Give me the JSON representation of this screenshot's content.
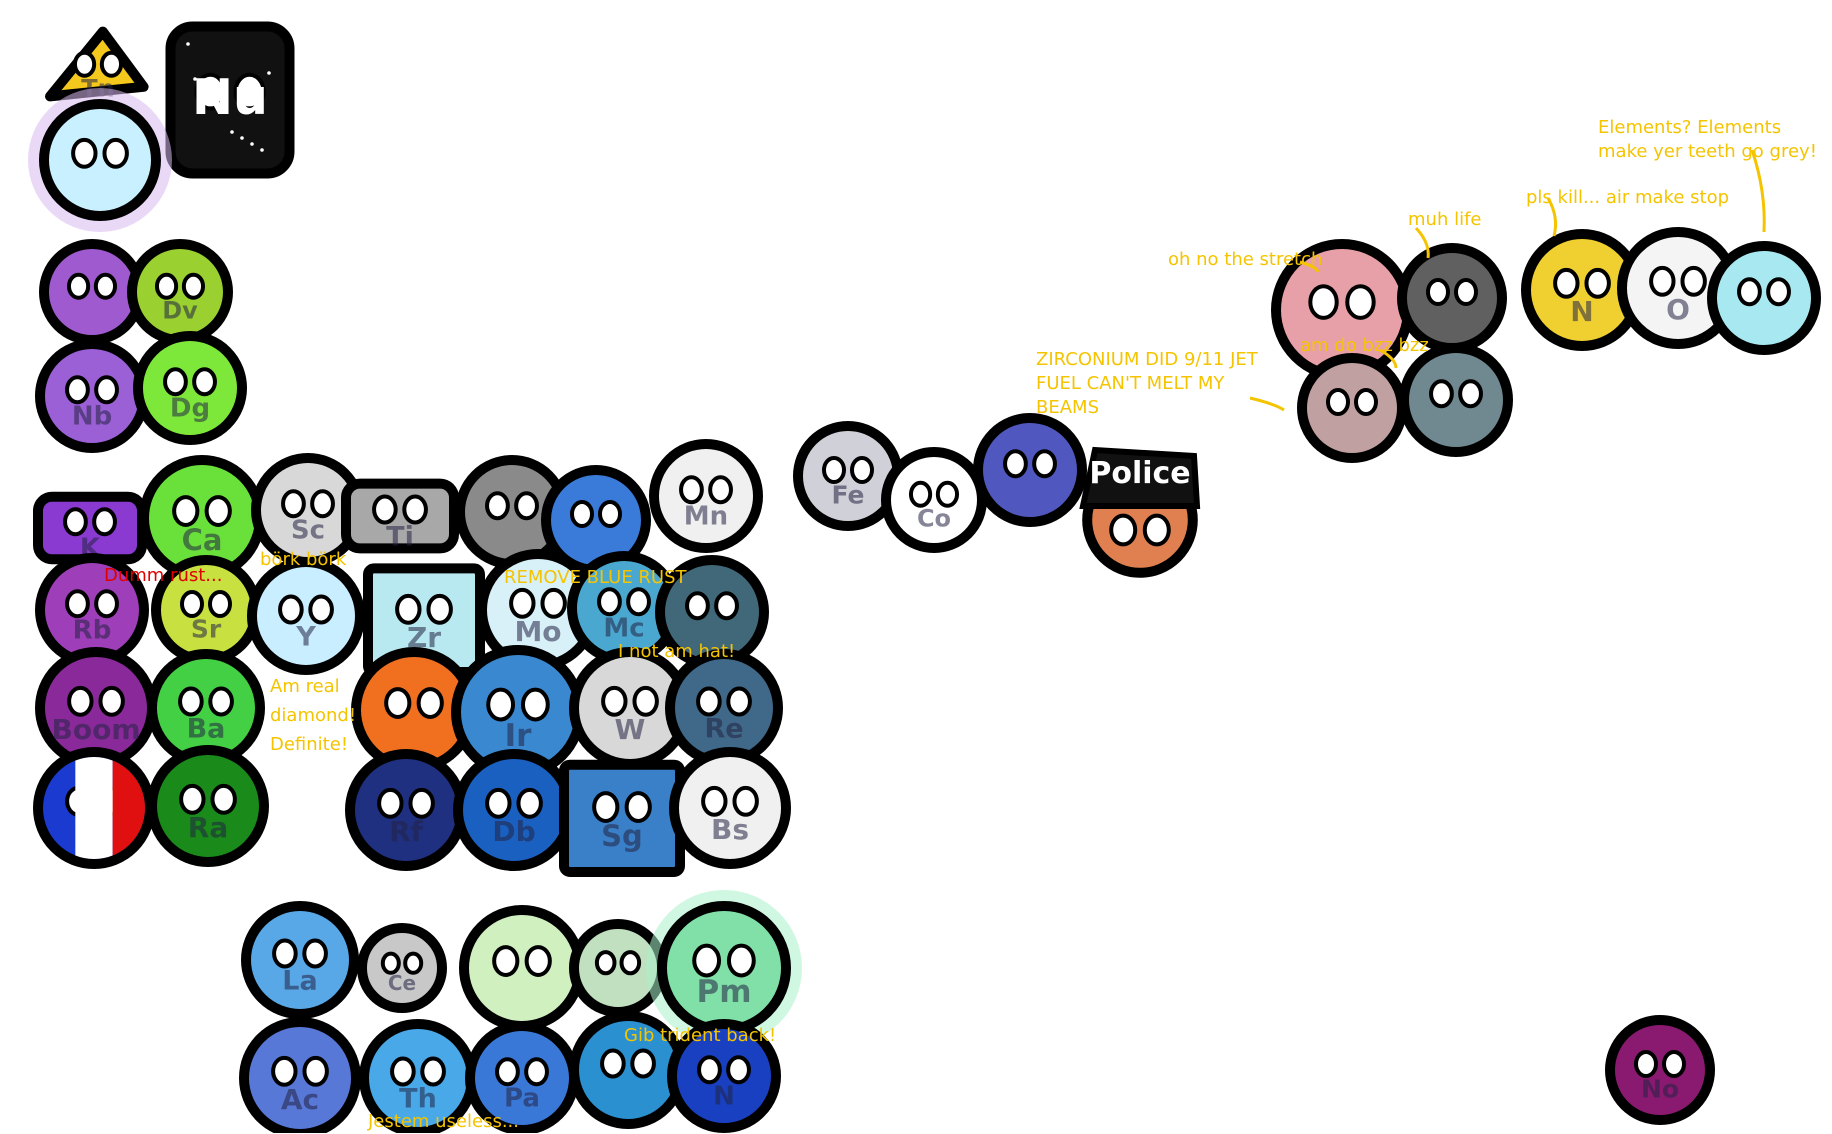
{
  "colors": {
    "outline": "#000000",
    "caption": "#f5c400",
    "caption_alt": "#e00000",
    "background": "#ffffff"
  },
  "balls": [
    {
      "sym": "Tn",
      "color": "#f4c81c",
      "shape": "pyramid"
    },
    {
      "sym": "Nu",
      "color": "#111111",
      "shape": "card",
      "text_color": "#ffffff"
    },
    {
      "sym": "",
      "color": "#c8f0ff",
      "glow": "#d8b8f0"
    },
    {
      "sym": "",
      "color": "#a05ad0"
    },
    {
      "sym": "Dv",
      "color": "#9ad030"
    },
    {
      "sym": "Nb",
      "color": "#9b5fd6"
    },
    {
      "sym": "Dg",
      "color": "#7ee83a"
    },
    {
      "sym": "K",
      "color": "#8a3ad0",
      "shape": "cylinder"
    },
    {
      "sym": "Ca",
      "color": "#6ae03a"
    },
    {
      "sym": "Sc",
      "color": "#d8d8d8"
    },
    {
      "sym": "Ti",
      "color": "#a8a8a8",
      "shape": "cylinder"
    },
    {
      "sym": "",
      "color": "#8a8a8a"
    },
    {
      "sym": "",
      "color": "#3a7ad8"
    },
    {
      "sym": "Mn",
      "color": "#f0f0f0"
    },
    {
      "sym": "Fe",
      "color": "#d0d0d8"
    },
    {
      "sym": "Co",
      "color": "#ffffff"
    },
    {
      "sym": "",
      "color": "#5058c0"
    },
    {
      "sym": "Police",
      "color": "#e08050",
      "shape": "police"
    },
    {
      "sym": "Rb",
      "color": "#9e3eb8"
    },
    {
      "sym": "Sr",
      "color": "#c8e040"
    },
    {
      "sym": "Y",
      "color": "#c8eeff"
    },
    {
      "sym": "Zr",
      "color": "#b8e8f0",
      "shape": "cube"
    },
    {
      "sym": "Mo",
      "color": "#d8f0f8"
    },
    {
      "sym": "Mc",
      "color": "#4aa8d0"
    },
    {
      "sym": "",
      "color": "#406878"
    },
    {
      "sym": "Boom",
      "color": "#8a2a9a"
    },
    {
      "sym": "Ba",
      "color": "#44d044"
    },
    {
      "sym": "",
      "color": "#f07020"
    },
    {
      "sym": "Ir",
      "color": "#3a88d0"
    },
    {
      "sym": "W",
      "color": "#d8d8d8"
    },
    {
      "sym": "Re",
      "color": "#406888"
    },
    {
      "sym": "Fr",
      "color": "#1a3ad0"
    },
    {
      "sym": "Ra",
      "color": "#1a8a1a"
    },
    {
      "sym": "Rf",
      "color": "#203080"
    },
    {
      "sym": "Db",
      "color": "#1a60c0"
    },
    {
      "sym": "Sg",
      "color": "#3a80c8",
      "shape": "cube"
    },
    {
      "sym": "Bs",
      "color": "#f0f0f0"
    },
    {
      "sym": "",
      "color": "#e8a0a8"
    },
    {
      "sym": "",
      "color": "#606060"
    },
    {
      "sym": "N",
      "color": "#f0d030"
    },
    {
      "sym": "O",
      "color": "#f4f4f4"
    },
    {
      "sym": "",
      "color": "#a8e8f0"
    },
    {
      "sym": "",
      "color": "#c0a0a0"
    },
    {
      "sym": "",
      "color": "#708890"
    },
    {
      "sym": "La",
      "color": "#58a8e8"
    },
    {
      "sym": "Ce",
      "color": "#c8c8c8"
    },
    {
      "sym": "",
      "color": "#d0f0c0"
    },
    {
      "sym": "",
      "color": "#c0e0c0"
    },
    {
      "sym": "Pm",
      "color": "#80e0a8",
      "glow": "#a8f0c8"
    },
    {
      "sym": "Ac",
      "color": "#5878d8"
    },
    {
      "sym": "Th",
      "color": "#48a8e8"
    },
    {
      "sym": "Pa",
      "color": "#3a78d8"
    },
    {
      "sym": "",
      "color": "#2a90d0"
    },
    {
      "sym": "N",
      "color": "#1840c0"
    },
    {
      "sym": "No",
      "color": "#8a1a70"
    }
  ],
  "captions": [
    "Elements? Elements make yer teeth go grey!",
    "pls kill... air make stop",
    "muh life",
    "oh no the stretch",
    "am do bzz bzz",
    "ZIRCONIUM DID 9/11 JET FUEL CAN'T MELT MY BEAMS",
    "Dumm rust...",
    "börk börk",
    "REMOVE BLUE RUST",
    "I not am hat!",
    "Am real diamond! Definite!",
    "Gib trident back!",
    "Jestem useless..."
  ]
}
